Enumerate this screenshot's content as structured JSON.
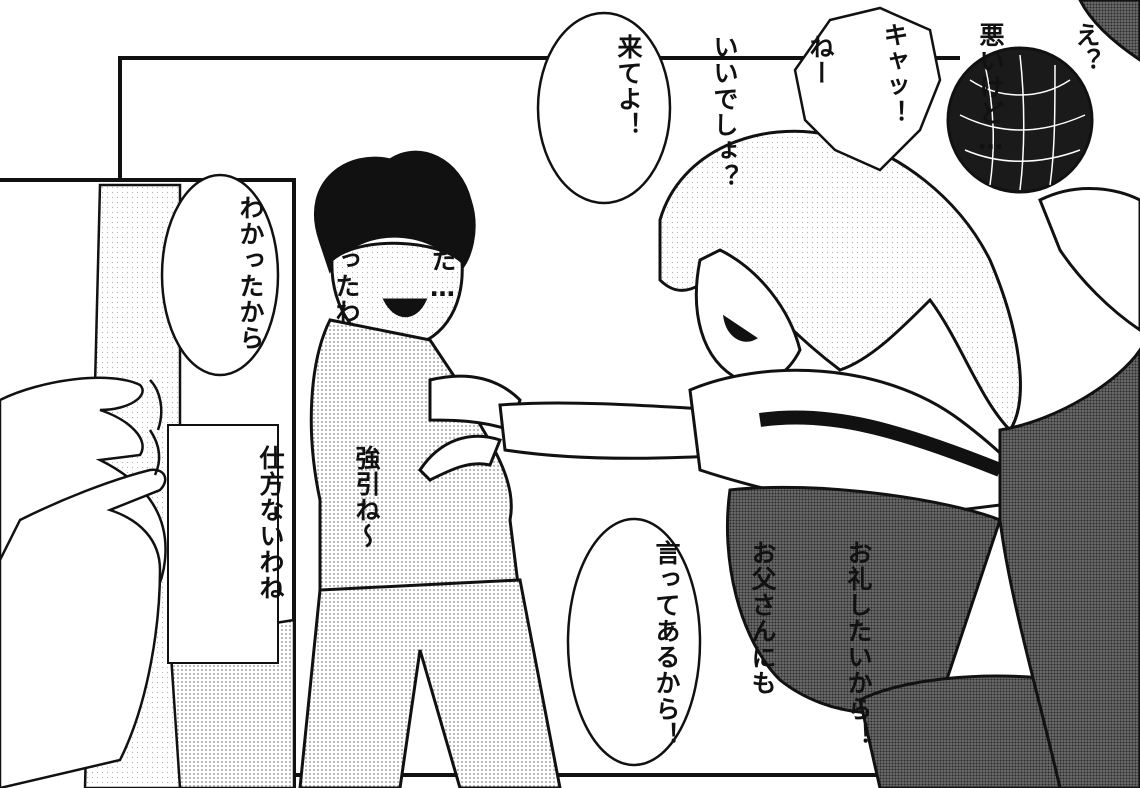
{
  "colors": {
    "ink": "#111111",
    "paper": "#ffffff",
    "screentone": "#8a8a8a",
    "dark_screentone": "#3c3c3c"
  },
  "balloons": {
    "boy_lines": [
      "ねー",
      "いいでしょ？",
      "来てよ！"
    ],
    "girl_lines": [
      "え？",
      "悪いけど…",
      "キャッ！"
    ],
    "hurt_lines": [
      "いたた…",
      "わかったわ",
      "わかったから"
    ],
    "thanks_lines": [
      "お礼したいから！",
      "お父さんにも",
      "言ってあるから！"
    ]
  },
  "caption": {
    "lines": [
      "強引ね～",
      "仕方ないわね"
    ]
  }
}
